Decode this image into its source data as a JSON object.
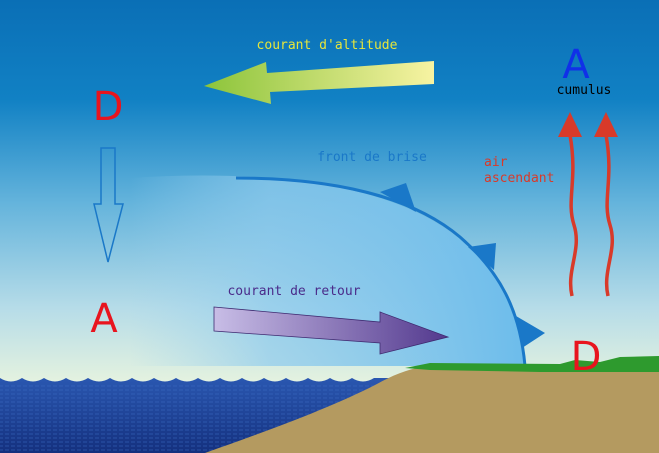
{
  "labels": {
    "upper_current": "courant d'altitude",
    "return_current": "courant de retour",
    "breeze_front": "front de brise",
    "rising_air_line1": "air",
    "rising_air_line2": "ascendant",
    "cloud": "cumulus"
  },
  "pressure": {
    "high_top_right": "A",
    "low_top_left": "D",
    "high_bottom_left": "A",
    "low_bottom_right": "D"
  },
  "colors": {
    "sky_top": "#0a77bb",
    "sky_bottom": "#eef7dc",
    "sea": "#1d3f9e",
    "land": "#b49a60",
    "grass": "#2e9a2e",
    "breeze_front": "#1a78c8",
    "upper_current_label": "#e6e63a",
    "return_current_label": "#4a2b8a",
    "rising_air": "#d83a2a",
    "low_pressure": "#e8141e",
    "high_pressure_top": "#1030e8"
  }
}
